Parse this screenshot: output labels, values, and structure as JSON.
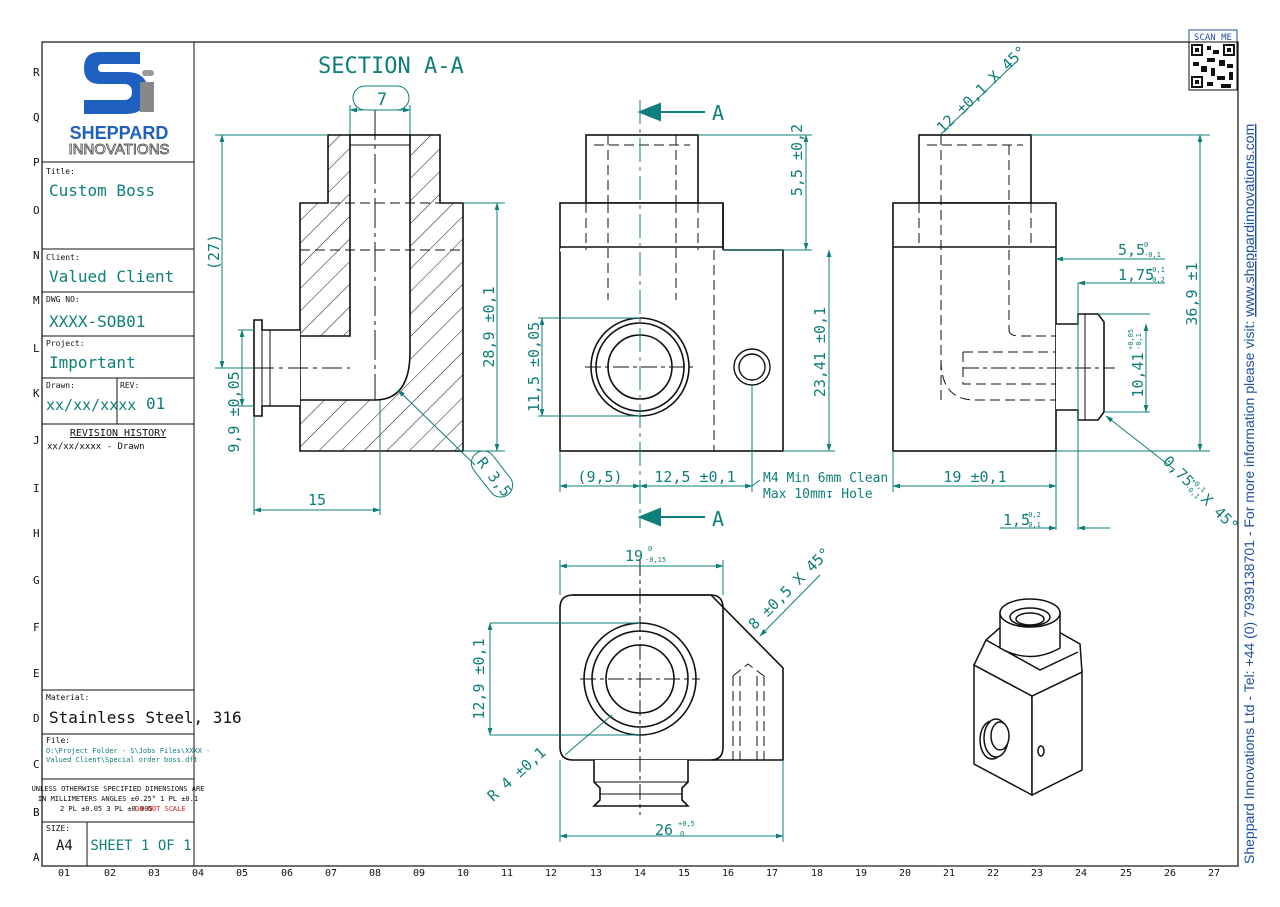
{
  "colors": {
    "dimension": "#0e7f7a",
    "line": "#111111",
    "logo_blue": "#1f5fbf",
    "logo_grey": "#777777",
    "warning": "#e02020",
    "link": "#1f4fa0"
  },
  "logo": {
    "line1": "SHEPPARD",
    "line2": "INNOVATIONS"
  },
  "qr": {
    "label": "SCAN ME"
  },
  "title_block": {
    "title_label": "Title:",
    "title": "Custom Boss",
    "client_label": "Client:",
    "client": "Valued Client",
    "dwg_label": "DWG NO:",
    "dwg": "XXXX-SOB01",
    "project_label": "Project:",
    "project": "Important",
    "drawn_label": "Drawn:",
    "drawn": "xx/xx/xxxx",
    "rev_label": "REV:",
    "rev": "01",
    "revision_history_label": "REVISION HISTORY",
    "revision_entry": "xx/xx/xxxx - Drawn",
    "material_label": "Material:",
    "material": "Stainless Steel, 316",
    "file_label": "File:",
    "file_line1": "O:\\Project Folder - S\\Jobs Files\\XXXX -",
    "file_line2": "Valued Client\\Special order boss.dft",
    "notes_line1": "UNLESS OTHERWISE SPECIFIED DIMENSIONS ARE",
    "notes_line2": "IN MILLIMETERS ANGLES ±0.25° 1 PL ±0.1",
    "notes_line3": "2 PL ±0.05 3 PL ±0.005",
    "notes_warning": "DO NOT SCALE",
    "size_label": "SIZE:",
    "size": "A4",
    "sheet": "SHEET 1 OF 1"
  },
  "side_text": {
    "prefix": "Sheppard Innovations Ltd - Tel: +44 (0) 7939138701 - For more information please visit: ",
    "link": "www.sheppardinnovations.com"
  },
  "row_labels": [
    "R",
    "Q",
    "P",
    "O",
    "N",
    "M",
    "L",
    "K",
    "J",
    "I",
    "H",
    "G",
    "F",
    "E",
    "D",
    "C",
    "B",
    "A"
  ],
  "col_labels": [
    "01",
    "02",
    "03",
    "04",
    "05",
    "06",
    "07",
    "08",
    "09",
    "10",
    "11",
    "12",
    "13",
    "14",
    "15",
    "16",
    "17",
    "18",
    "19",
    "20",
    "21",
    "22",
    "23",
    "24",
    "25",
    "26",
    "27"
  ],
  "views": {
    "section_title": "SECTION A-A",
    "section_marker": "A",
    "dims": {
      "bore": "7",
      "height_ref": "(27)",
      "height_main": "28,9 ±0,1",
      "spigot_dia": "9,9 ±0,05",
      "spigot_len": "15",
      "radius": "R 3,5",
      "top_h": "5,5 ±0,2",
      "body_h": "23,41 ±0,1",
      "bore_dia": "11,5 ±0,05",
      "left_ref": "(9,5)",
      "hole_pos": "12,5 ±0,1",
      "hole_note1": "M4 Min 6mm Clean",
      "hole_note2": "Max 10mm↧ Hole",
      "chamfer_top": "12 ±0,1 X 45°",
      "depth_55": "5,5",
      "tol_55_up": "0",
      "tol_55_dn": "-0,1",
      "depth_175": "1,75",
      "tol_175_up": "+0,1",
      "tol_175_dn": "-0,2",
      "height_total": "36,9 ±1",
      "spigot_dia2": "10,41",
      "tol_1041_up": "+0,05",
      "tol_1041_dn": "-0,1",
      "width_19": "19 ±0,1",
      "gap_15": "1,5",
      "tol_15_up": "+0,2",
      "tol_15_dn": "-0,1",
      "chamfer_side": "0,75",
      "chamfer_side_tol_up": "+0,1",
      "chamfer_side_tol_dn": "-0,1",
      "chamfer_side_tail": "X 45°",
      "top_19": "19",
      "tol_19_up": "0",
      "tol_19_dn": "-0,15",
      "chamfer_8": "8 ±0,5 X 45°",
      "dia_129": "12,9 ±0,1",
      "r4": "R 4 ±0,1",
      "width_26": "26",
      "tol_26_up": "+0,5",
      "tol_26_dn": "0"
    }
  }
}
